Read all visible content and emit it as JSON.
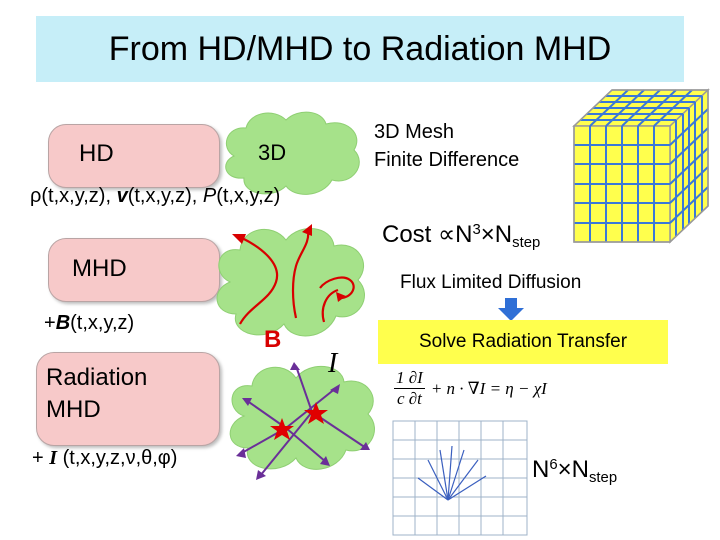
{
  "title": "From HD/MHD to Radiation MHD",
  "hd": {
    "label": "HD",
    "cloud_label": "3D",
    "mesh_line1": "3D Mesh",
    "mesh_line2": "Finite Difference",
    "variables_prefix": "ρ(t,x,y,z), ",
    "variables_v": "v",
    "variables_mid": "(t,x,y,z), ",
    "variables_p": "P",
    "variables_suffix": "(t,x,y,z)"
  },
  "cost": {
    "prefix": "Cost ∝N",
    "power": "3",
    "times": "×N",
    "subscript": "step"
  },
  "mhd": {
    "label": "MHD",
    "field_prefix": "+",
    "field_symbol": "B",
    "field_suffix": "(t,x,y,z)",
    "cloud_label": "B"
  },
  "radiation_mhd": {
    "line1": "Radiation",
    "line2": "MHD",
    "intensity_prefix": "+ ",
    "intensity_symbol": "I",
    "intensity_suffix": " (t,x,y,z,ν,θ,φ)",
    "cloud_label": "I"
  },
  "flux_limited_diffusion": "Flux Limited Diffusion",
  "solve_label": "Solve  Radiation Transfer",
  "equation": {
    "frac_num": "1 ∂I",
    "frac_den": "c ∂t",
    "rest": "+ n · ∇I = η − χI"
  },
  "cost2": {
    "prefix": "N",
    "power": "6",
    "times": "×N",
    "subscript": "step"
  },
  "colors": {
    "title_bg": "#c6eef8",
    "pill_fill": "#f7c9c9",
    "cloud_fill": "#a6e28a",
    "cube_fill": "#ffff4d",
    "cube_grid": "#3a78d8",
    "arrow_red": "#d80000",
    "arrow_purple": "#6a2f98",
    "solve_bg": "#ffff4d",
    "down_arrow": "#2f6fd6",
    "star_red": "#e00000"
  }
}
